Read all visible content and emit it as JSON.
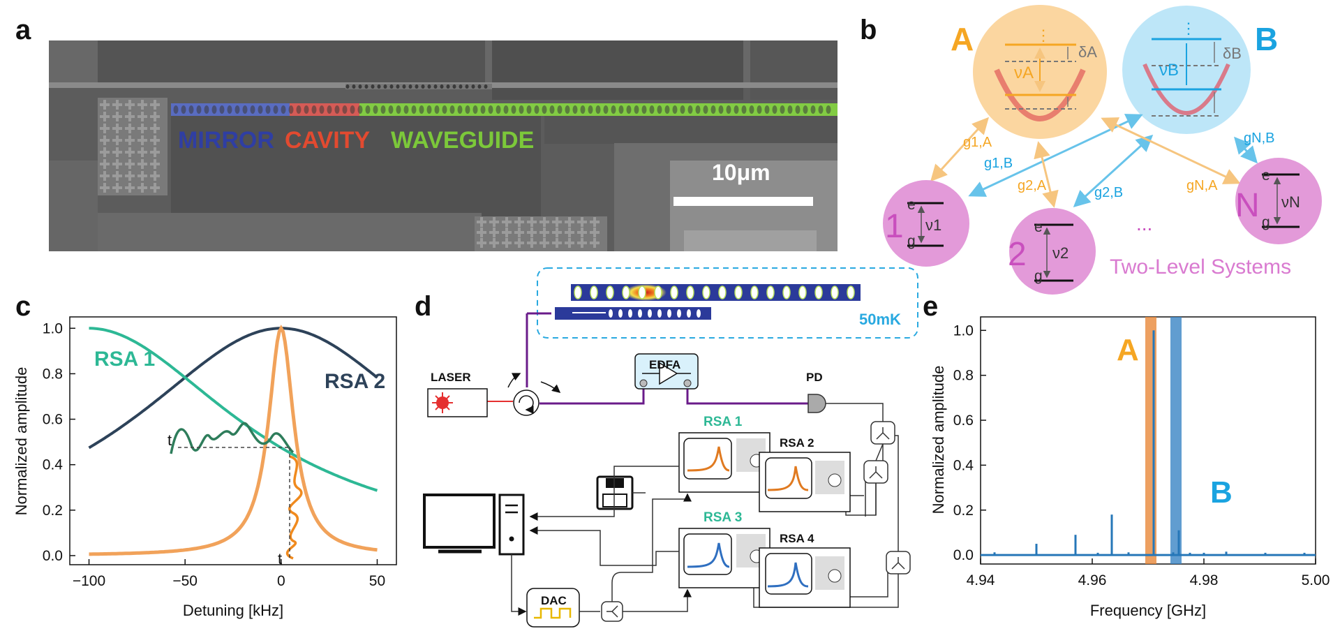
{
  "panels": {
    "a": "a",
    "b": "b",
    "c": "c",
    "d": "d",
    "e": "e"
  },
  "panel_a": {
    "mirror": "MIRROR",
    "cavity": "CAVITY",
    "waveguide": "WAVEGUIDE",
    "scale": "10μm"
  },
  "panel_b": {
    "mode_a": "A",
    "mode_b": "B",
    "nu_a": "νA",
    "nu_b": "νB",
    "delta_a": "δA",
    "delta_b": "δB",
    "dots": "⋮",
    "g1a": "g1,A",
    "g1b": "g1,B",
    "g2a": "g2,A",
    "g2b": "g2,B",
    "gna": "gN,A",
    "gnb": "gN,B",
    "tls1": "1",
    "tls2": "2",
    "tlsn": "N",
    "e": "e",
    "g": "g",
    "nu1": "ν1",
    "nu2": "ν2",
    "nun": "νN",
    "ellipsis": "...",
    "caption": "Two-Level Systems",
    "colors": {
      "a": "#f5a623",
      "b": "#1aa3e0",
      "tls": "#d97ad0"
    }
  },
  "panel_c": {
    "xlabel": "Detuning [kHz]",
    "ylabel": "Normalized amplitude",
    "rsa1": "RSA 1",
    "rsa2": "RSA 2",
    "t_label_x": "t",
    "t_label_y": "t",
    "xticks": [
      "−100",
      "−50",
      "0",
      "50"
    ],
    "yticks": [
      "0.0",
      "0.2",
      "0.4",
      "0.6",
      "0.8",
      "1.0"
    ]
  },
  "panel_d": {
    "laser": "LASER",
    "edfa": "EDFA",
    "pd": "PD",
    "temp": "50mK",
    "rsa1": "RSA 1",
    "rsa2": "RSA 2",
    "rsa3": "RSA 3",
    "rsa4": "RSA 4",
    "dac": "DAC"
  },
  "chart_data": {
    "type": "line",
    "xlabel": "Frequency [GHz]",
    "ylabel": "Normalized amplitude",
    "xlim": [
      4.94,
      5.0
    ],
    "ylim": [
      0.0,
      1.0
    ],
    "xticks": [
      "4.94",
      "4.96",
      "4.98",
      "5.00"
    ],
    "yticks": [
      "0.0",
      "0.2",
      "0.4",
      "0.6",
      "0.8",
      "1.0"
    ],
    "peaks": [
      {
        "x": 4.9425,
        "y": 0.012
      },
      {
        "x": 4.95,
        "y": 0.05
      },
      {
        "x": 4.957,
        "y": 0.09
      },
      {
        "x": 4.961,
        "y": 0.01
      },
      {
        "x": 4.9635,
        "y": 0.18
      },
      {
        "x": 4.9665,
        "y": 0.012
      },
      {
        "x": 4.971,
        "y": 1.0
      },
      {
        "x": 4.9745,
        "y": 0.012
      },
      {
        "x": 4.9755,
        "y": 0.11
      },
      {
        "x": 4.9775,
        "y": 0.01
      },
      {
        "x": 4.98,
        "y": 0.01
      },
      {
        "x": 4.984,
        "y": 0.015
      },
      {
        "x": 4.991,
        "y": 0.01
      },
      {
        "x": 4.998,
        "y": 0.01
      }
    ],
    "band_a": {
      "label": "A",
      "range": [
        4.9695,
        4.9715
      ],
      "color": "#e8883a"
    },
    "band_b": {
      "label": "B",
      "range": [
        4.974,
        4.976
      ],
      "color": "#3a84c4"
    },
    "line_color": "#2677b8"
  }
}
